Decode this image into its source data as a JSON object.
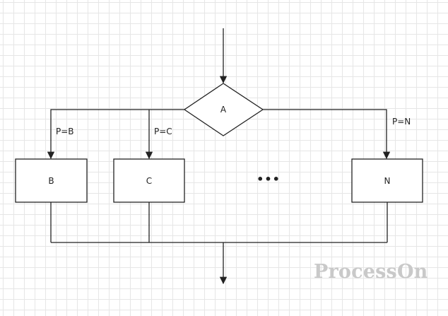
{
  "diagram": {
    "nodes": {
      "decision": {
        "label": "A"
      },
      "b": {
        "label": "B"
      },
      "c": {
        "label": "C"
      },
      "n": {
        "label": "N"
      }
    },
    "edge_labels": {
      "to_b": "P=B",
      "to_c": "P=C",
      "to_n": "P=N"
    },
    "ellipsis": "•••",
    "colors": {
      "line": "#222222",
      "grid": "#e6e6e6",
      "watermark": "#c9c9c9"
    }
  },
  "watermark": {
    "text": "ProcessOn"
  }
}
